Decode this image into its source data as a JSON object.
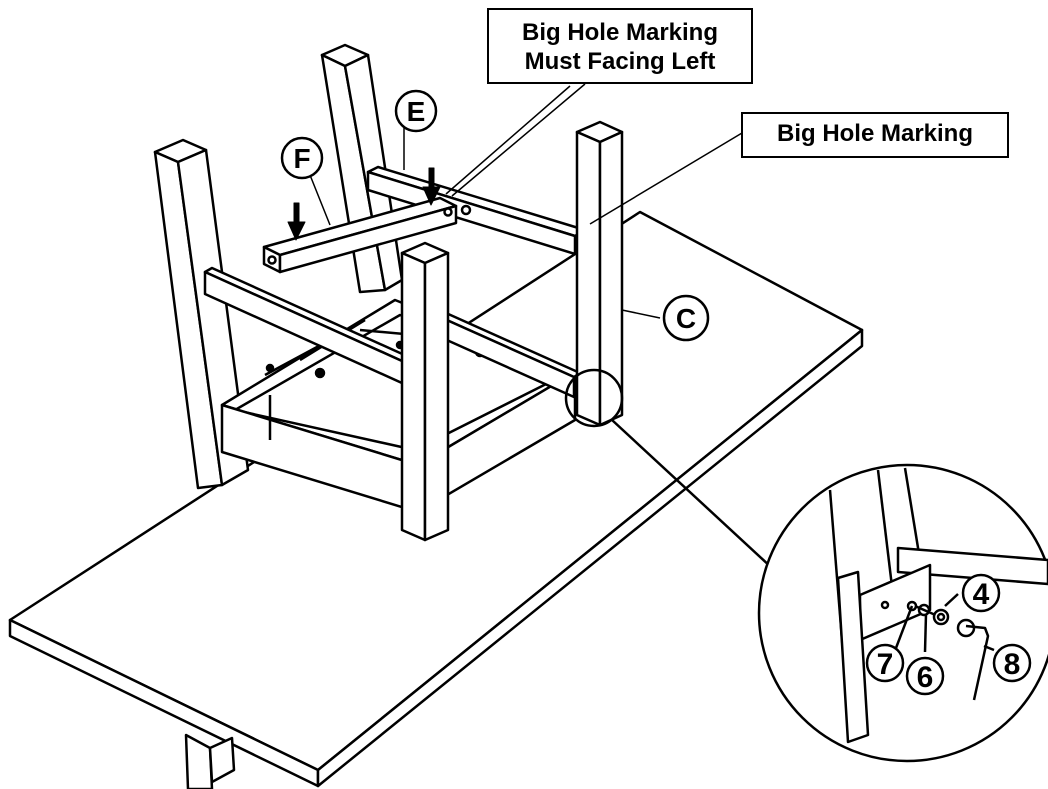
{
  "callouts": {
    "big_hole_left_line1": "Big Hole Marking",
    "big_hole_left_line2": "Must Facing Left",
    "big_hole": "Big Hole Marking"
  },
  "parts": {
    "e": "E",
    "f": "F",
    "c": "C",
    "p4": "4",
    "p6": "6",
    "p7": "7",
    "p8": "8"
  }
}
